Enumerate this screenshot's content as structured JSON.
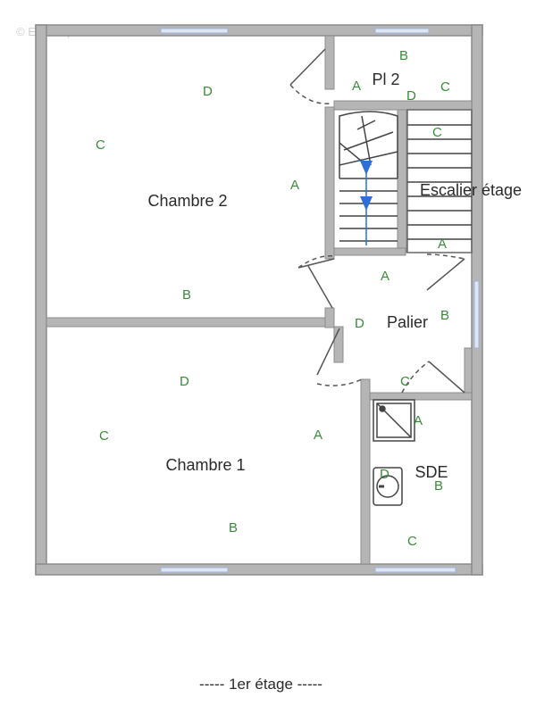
{
  "watermark": "© EtreProprio.com",
  "caption": "-----  1er étage  -----",
  "rooms": {
    "chambre2": {
      "name": "Chambre 2",
      "walls": [
        "D",
        "C",
        "A",
        "B"
      ]
    },
    "chambre1": {
      "name": "Chambre 1",
      "walls": [
        "D",
        "C",
        "A",
        "B"
      ]
    },
    "pl2": {
      "name": "Pl 2",
      "walls": [
        "B",
        "A",
        "D",
        "C"
      ]
    },
    "escalier": {
      "name": "Escalier étage",
      "walls": [
        "C",
        "A"
      ]
    },
    "palier": {
      "name": "Palier",
      "walls": [
        "A",
        "D",
        "B",
        "C"
      ]
    },
    "sde": {
      "name": "SDE",
      "walls": [
        "A",
        "D",
        "B",
        "C"
      ]
    }
  },
  "colors": {
    "wall": "#8c8c8c",
    "wall_fill": "#b5b5b5",
    "window": "#9fb3d6",
    "letter": "#3a8a3a",
    "stair_arrow": "#2e6fd6"
  }
}
